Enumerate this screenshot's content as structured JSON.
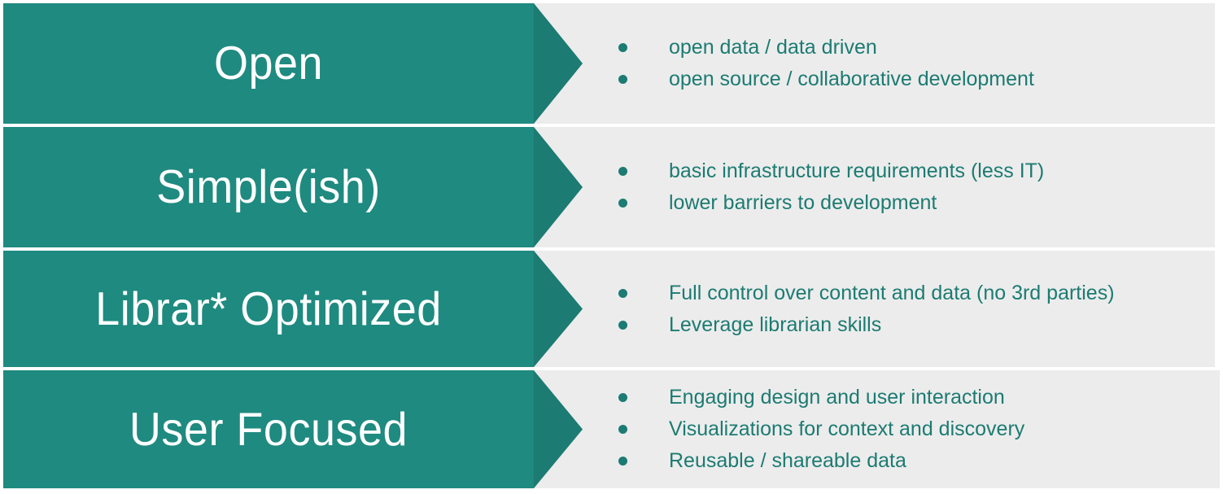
{
  "colors": {
    "arrow_body": "#1f8a80",
    "arrow_head": "#1c7b72",
    "panel_background": "#ececec",
    "bullet_text": "#1c7b72",
    "label_text": "#ffffff",
    "page_background": "#ffffff"
  },
  "rows": [
    {
      "label": "Open",
      "bullets": [
        "open data / data driven",
        "open source / collaborative development"
      ]
    },
    {
      "label": "Simple(ish)",
      "bullets": [
        "basic infrastructure requirements (less IT)",
        "lower barriers to development"
      ]
    },
    {
      "label": "Librar* Optimized",
      "bullets": [
        "Full control over content and data (no 3rd parties)",
        "Leverage librarian skills"
      ]
    },
    {
      "label": "User Focused",
      "bullets": [
        "Engaging design and user interaction",
        "Visualizations for context and discovery",
        "Reusable / shareable data"
      ]
    }
  ]
}
